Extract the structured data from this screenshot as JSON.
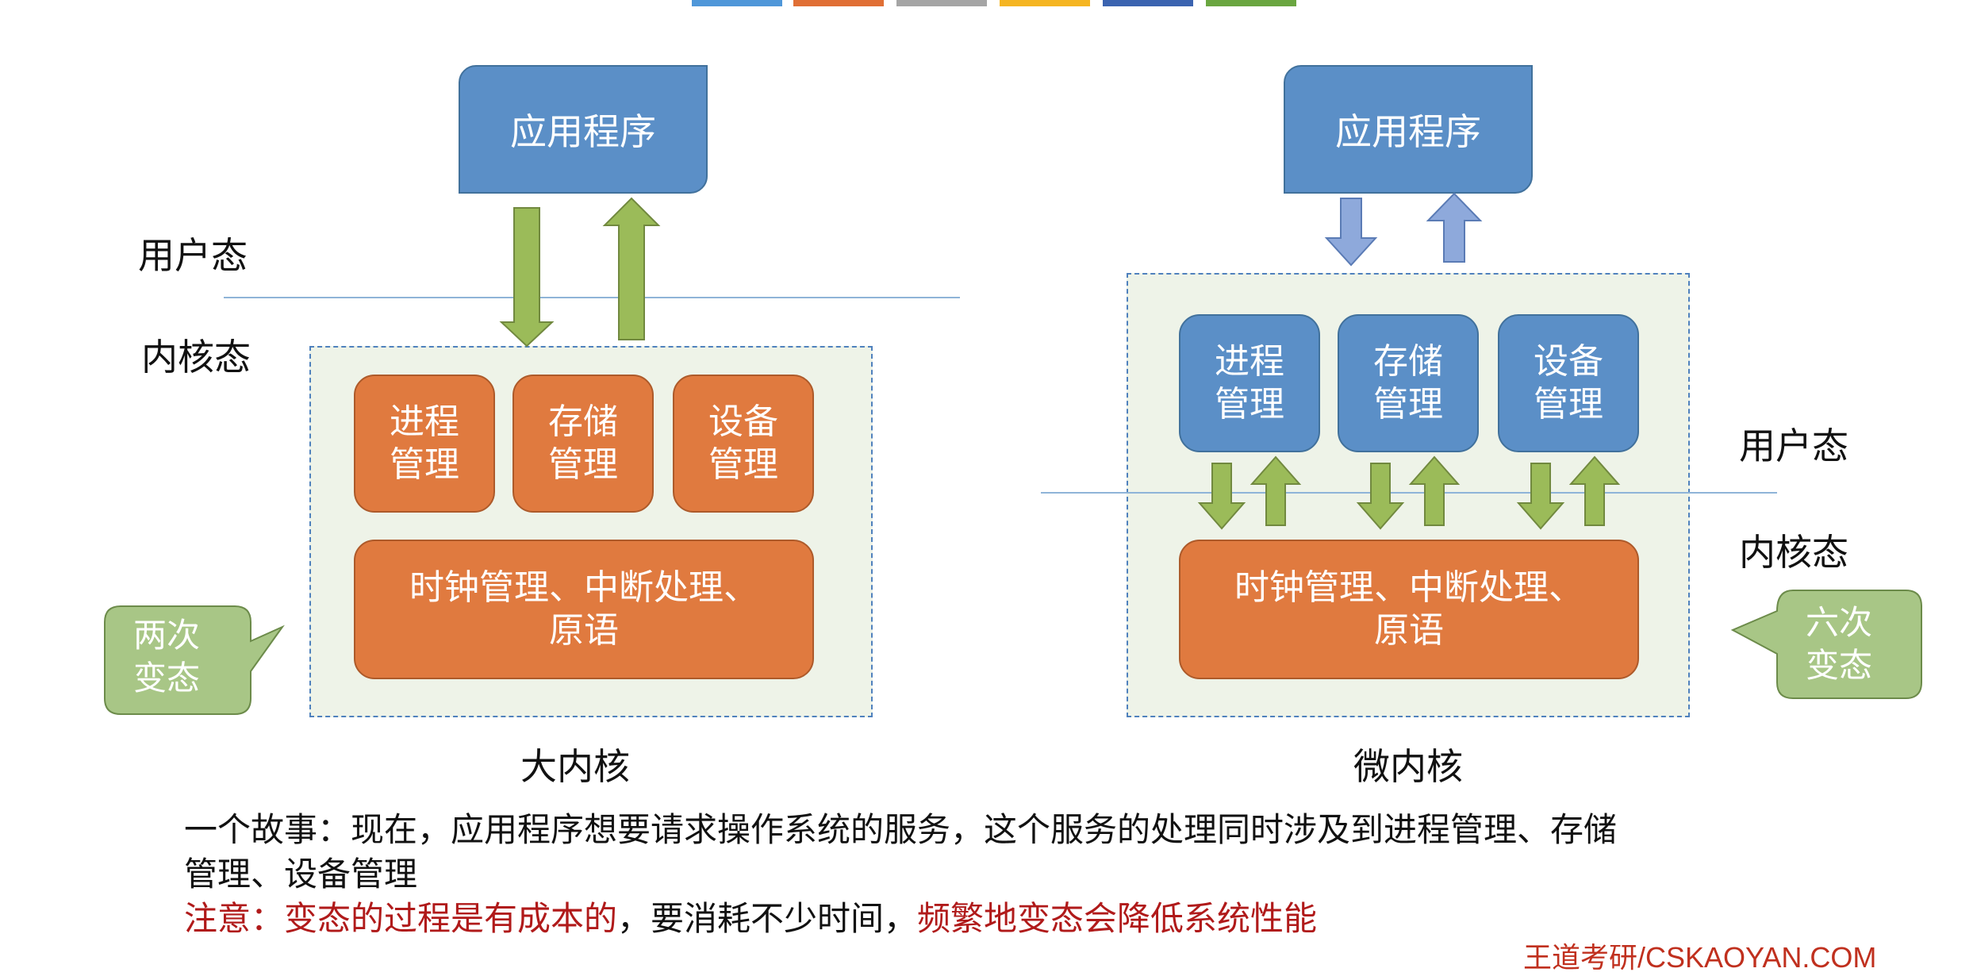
{
  "colors": {
    "app_blue": "#5b8fc7",
    "module_orange": "#e07a3f",
    "arrow_green": "#9bbb59",
    "arrow_blue": "#8ea9db",
    "callout_green": "#a8c686",
    "note_red": "#b01a1a",
    "top_tabs": [
      "#4f97d9",
      "#e06f35",
      "#a5a5a5",
      "#f5b522",
      "#3b63b0",
      "#6aa640"
    ]
  },
  "macro": {
    "app_label": "应用程序",
    "user_mode_label": "用户态",
    "kernel_mode_label": "内核态",
    "modules": [
      "进程\n管理",
      "存储\n管理",
      "设备\n管理"
    ],
    "base_module": "时钟管理、中断处理、\n原语",
    "callout": "两次\n变态",
    "caption": "大内核"
  },
  "micro": {
    "app_label": "应用程序",
    "modules": [
      "进程\n管理",
      "存储\n管理",
      "设备\n管理"
    ],
    "user_mode_label": "用户态",
    "kernel_mode_label": "内核态",
    "base_module": "时钟管理、中断处理、\n原语",
    "callout": "六次\n变态",
    "caption": "微内核"
  },
  "story": {
    "line1": "一个故事：现在，应用程序想要请求操作系统的服务，这个服务的处理同时涉及到进程管理、存储",
    "line2": "管理、设备管理"
  },
  "note": {
    "red1": "注意：变态的过程是有成本的",
    "black1": "，要消耗不少时间，",
    "red2": "频繁地变态会降低系统性能"
  },
  "watermark": "王道考研/CSKAOYAN.COM"
}
